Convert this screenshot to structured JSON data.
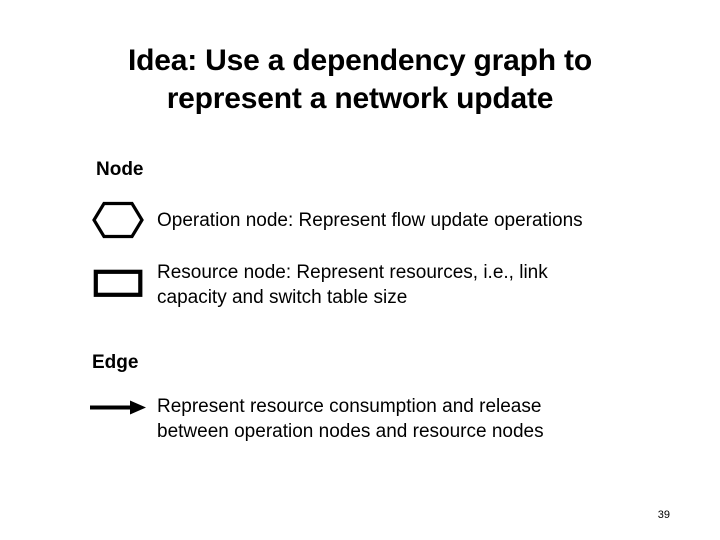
{
  "slide": {
    "title_lines": [
      "Idea: Use a dependency graph to",
      "represent a network update"
    ],
    "page_number": "39",
    "colors": {
      "background": "#ffffff",
      "ink": "#000000"
    }
  },
  "node_section": {
    "heading": "Node",
    "items": [
      {
        "glyph": "hexagon-shape",
        "lines": [
          "Operation node: Represent flow update operations"
        ]
      },
      {
        "glyph": "rectangle-shape",
        "lines": [
          "Resource node: Represent resources, i.e., link",
          "capacity and switch table size"
        ]
      }
    ]
  },
  "edge_section": {
    "heading": "Edge",
    "items": [
      {
        "glyph": "arrow-right-shape",
        "lines": [
          "Represent resource consumption and release",
          "between operation nodes and resource nodes"
        ]
      }
    ]
  }
}
